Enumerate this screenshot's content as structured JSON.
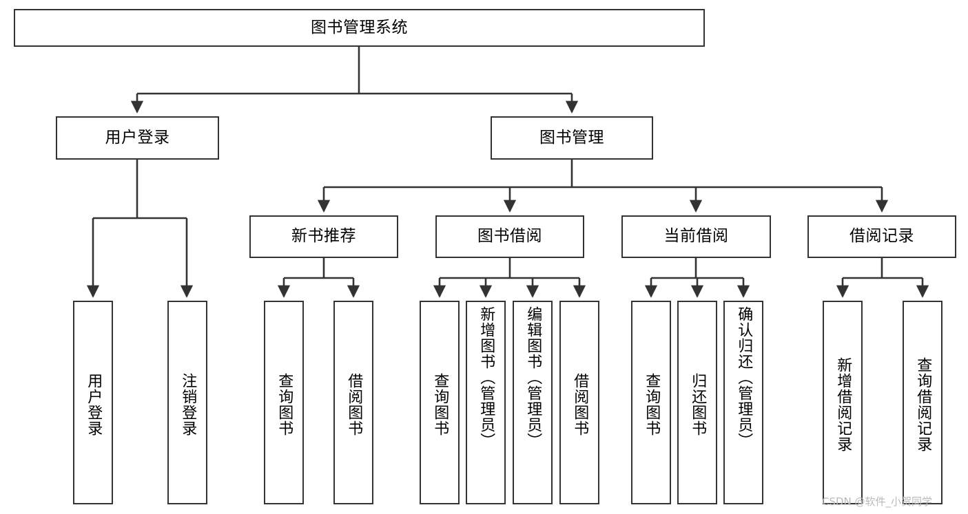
{
  "diagram": {
    "title": "图书管理系统",
    "type": "tree",
    "orientation": "top-down",
    "colors": {
      "box_border": "#333333",
      "box_fill": "#ffffff",
      "edge": "#333333",
      "text": "#000000",
      "watermark": "#b9b9b9",
      "background": "#ffffff"
    },
    "watermark": "CSDN @软件_小贺同学",
    "nodes": {
      "root": {
        "label": "图书管理系统"
      },
      "level2": [
        {
          "id": "user-login",
          "label": "用户登录"
        },
        {
          "id": "book-management",
          "label": "图书管理"
        }
      ],
      "level3": [
        {
          "id": "new-book-recommend",
          "label": "新书推荐"
        },
        {
          "id": "book-borrow",
          "label": "图书借阅"
        },
        {
          "id": "current-borrow",
          "label": "当前借阅"
        },
        {
          "id": "borrow-record",
          "label": "借阅记录"
        }
      ],
      "leaves": {
        "user-login": [
          {
            "id": "leaf-user-login",
            "label": "用户登录"
          },
          {
            "id": "leaf-logout",
            "label": "注销登录"
          }
        ],
        "new-book-recommend": [
          {
            "id": "leaf-query-book-1",
            "label": "查询图书"
          },
          {
            "id": "leaf-borrow-book-1",
            "label": "借阅图书"
          }
        ],
        "book-borrow": [
          {
            "id": "leaf-query-book-2",
            "label": "查询图书"
          },
          {
            "id": "leaf-add-book",
            "label": "新增图书（管理员）"
          },
          {
            "id": "leaf-edit-book",
            "label": "编辑图书（管理员）"
          },
          {
            "id": "leaf-borrow-book-2",
            "label": "借阅图书"
          }
        ],
        "current-borrow": [
          {
            "id": "leaf-query-book-3",
            "label": "查询图书"
          },
          {
            "id": "leaf-return-book",
            "label": "归还图书"
          },
          {
            "id": "leaf-confirm-return",
            "label": "确认归还（管理员）"
          }
        ],
        "borrow-record": [
          {
            "id": "leaf-add-record",
            "label": "新增借阅记录"
          },
          {
            "id": "leaf-query-record",
            "label": "查询借阅记录"
          }
        ]
      }
    }
  }
}
